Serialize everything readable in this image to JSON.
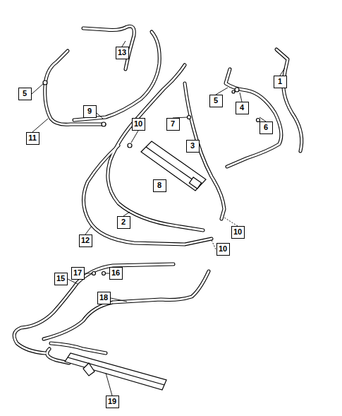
{
  "diagram": {
    "labels": [
      "13",
      "1",
      "5",
      "9",
      "5",
      "4",
      "6",
      "10",
      "7",
      "3",
      "11",
      "8",
      "2",
      "10",
      "12",
      "10",
      "17",
      "15",
      "16",
      "18",
      "19"
    ]
  }
}
